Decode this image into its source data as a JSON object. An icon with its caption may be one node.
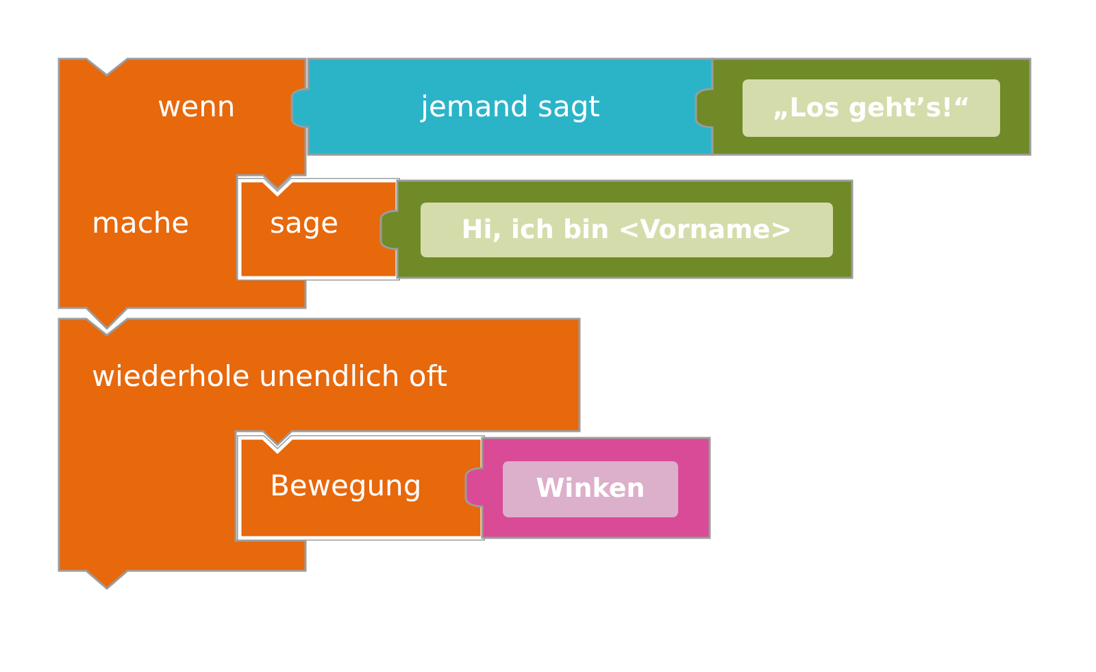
{
  "diagram": {
    "nodes": [
      {
        "text": [
          "wenn",
          "mache"
        ]
      },
      {
        "text": [
          "jemand sagt"
        ]
      },
      {
        "text": [
          "„Los geht’s!“"
        ]
      },
      {
        "text": [
          "sage"
        ]
      },
      {
        "text": [
          "Hi, ich bin <Vorname>"
        ]
      },
      {
        "text": [
          "wiederhole unendlich oft"
        ]
      },
      {
        "text": [
          "Bewegung"
        ]
      },
      {
        "text": [
          "Winken"
        ]
      }
    ]
  }
}
